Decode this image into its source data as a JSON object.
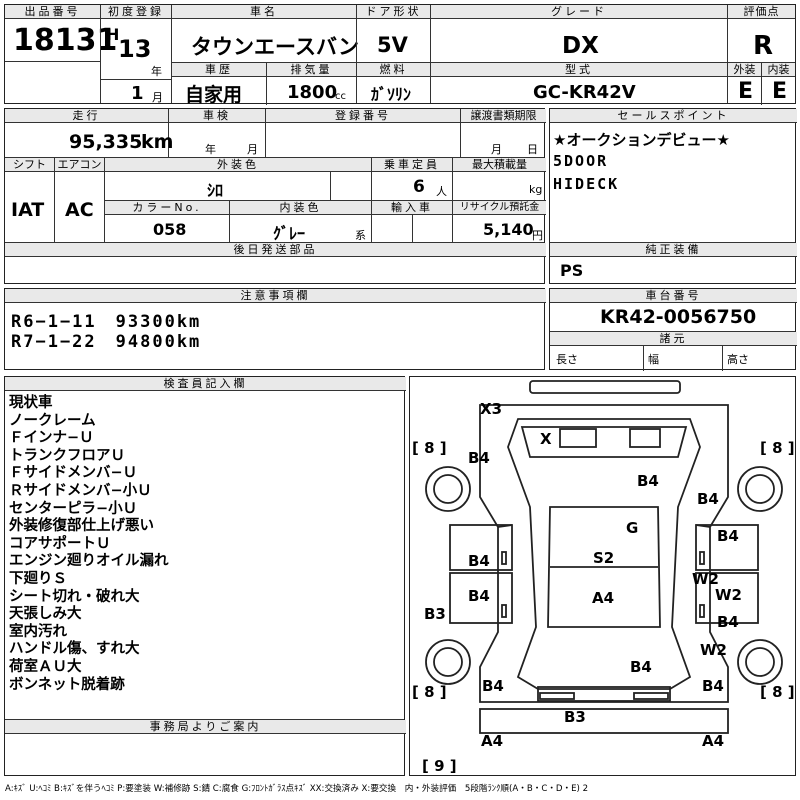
{
  "top": {
    "lot_no_label": "出品番号",
    "lot_no": "18131",
    "first_reg_label": "初度登録",
    "era": "H",
    "year": "13",
    "year_unit": "年",
    "month": "1",
    "month_unit": "月",
    "name_label": "車名",
    "name": "タウンエースバン",
    "history_label": "車歴",
    "history": "自家用",
    "displacement_label": "排気量",
    "displacement": "1800",
    "displacement_unit": "cc",
    "door_label": "ドア形状",
    "door": "5V",
    "fuel_label": "燃料",
    "fuel": "ｶﾞｿﾘﾝ",
    "grade_label": "グレード",
    "grade": "DX",
    "model_label": "型式",
    "model": "GC-KR42V",
    "score_label": "評価点",
    "score": "R",
    "ext_label": "外装",
    "int_label": "内装",
    "ext": "E",
    "int": "E"
  },
  "mid": {
    "mileage_label": "走行",
    "mileage": "95,335",
    "mileage_unit": "km",
    "inspection_label": "車検",
    "insp_year": "年",
    "insp_month": "月",
    "reg_label": "登録番号",
    "transfer_label": "譲渡書類期限",
    "tr_month": "月",
    "tr_day": "日",
    "shift_label": "シフト",
    "ac_label": "エアコン",
    "shift": "IAT",
    "ac": "AC",
    "color_label": "外装色",
    "color": "ｼﾛ",
    "capacity_label": "乗車定員",
    "capacity": "6",
    "capacity_unit": "人",
    "maxload_label": "最大積載量",
    "maxload_unit": "kg",
    "colorno_label": "カラーNo.",
    "colorno": "058",
    "interior_label": "内装色",
    "interior": "ｸﾞﾚｰ",
    "interior_unit": "系",
    "import_label": "輸入車",
    "recycle_label": "リサイクル預託金",
    "recycle": "5,140",
    "recycle_unit": "円",
    "later_label": "後日発送部品"
  },
  "sales": {
    "label": "セールスポイント",
    "lines": [
      "★オークションデビュー★",
      "5DOOR",
      "HIDECK"
    ],
    "equip_label": "純正装備",
    "equip": "PS"
  },
  "caution": {
    "label": "注意事項欄",
    "lines": [
      "R6−1−11　93300km",
      "R7−1−22　94800km"
    ]
  },
  "chassis": {
    "label": "車台番号",
    "number": "KR42-0056750",
    "spec_label": "諸元",
    "len": "長さ",
    "wid": "幅",
    "hgt": "高さ"
  },
  "inspector": {
    "label": "検査員記入欄",
    "lines": [
      "現状車",
      "ノークレーム",
      "Ｆインナ−Ｕ",
      "トランクフロアＵ",
      "Ｆサイドメンバ−Ｕ",
      "Ｒサイドメンバ−小Ｕ",
      "センターピラ−小Ｕ",
      "外装修復部仕上げ悪い",
      "コアサポートＵ",
      "エンジン廻りオイル漏れ",
      "下廻りＳ",
      "シート切れ・破れ大",
      "天張しみ大",
      "室内汚れ",
      "ハンドル傷、すれ大",
      "荷室ＡＵ大",
      "ボンネット脱着跡"
    ]
  },
  "office": {
    "label": "事務局よりご案内"
  },
  "damage": {
    "marks": [
      "X3",
      "X",
      "B4",
      "B4",
      "B4",
      "G",
      "B4",
      "S2",
      "B4",
      "W2",
      "A4",
      "B4",
      "W2",
      "B3",
      "B4",
      "W2",
      "B4",
      "B4",
      "B4",
      "B3",
      "A4",
      "A4"
    ],
    "brackets": [
      "[ 8 ]",
      "[ 8 ]",
      "[ 8 ]",
      "[ 8 ]",
      "[ 9 ]"
    ]
  },
  "legend": "A:ｷｽﾞ U:ﾍｺﾐ B:ｷｽﾞを伴うﾍｺﾐ P:要塗装 W:補修跡 S:錆 C:腐食 G:ﾌﾛﾝﾄｶﾞﾗｽ点ｷｽﾞ XX:交換済み X:要交換　内・外装評価　5段階ﾗﾝｸ順(A・B・C・D・E) 2"
}
